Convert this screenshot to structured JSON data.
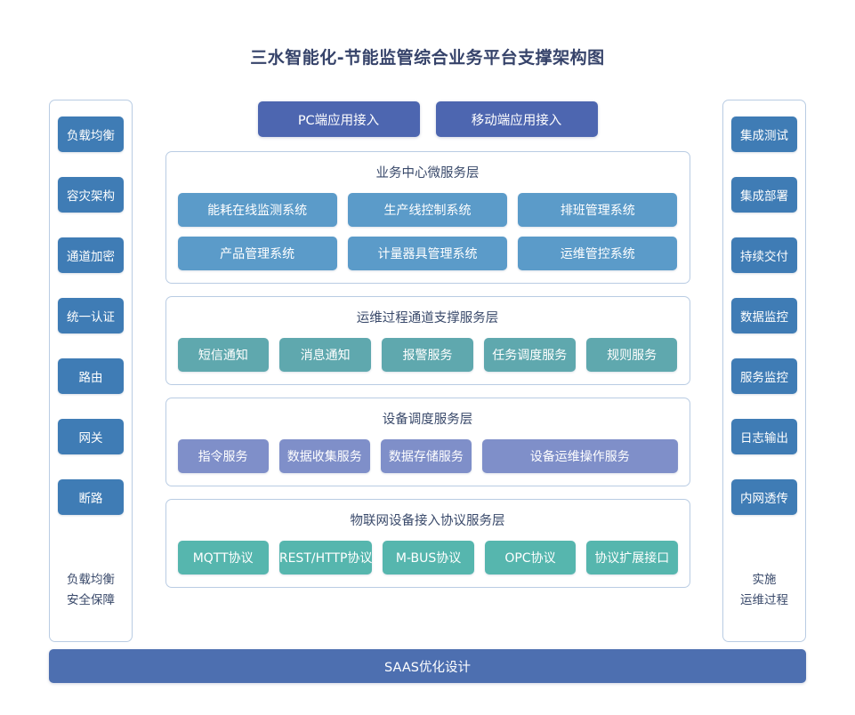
{
  "title": "三水智能化-节能监管综合业务平台支撑架构图",
  "left_sidebar": {
    "items": [
      {
        "label": "负载均衡"
      },
      {
        "label": "容灾架构"
      },
      {
        "label": "通道加密"
      },
      {
        "label": "统一认证"
      },
      {
        "label": "路由"
      },
      {
        "label": "网关"
      },
      {
        "label": "断路"
      }
    ],
    "note_line1": "负载均衡",
    "note_line2": "安全保障"
  },
  "right_sidebar": {
    "items": [
      {
        "label": "集成测试"
      },
      {
        "label": "集成部署"
      },
      {
        "label": "持续交付"
      },
      {
        "label": "数据监控"
      },
      {
        "label": "服务监控"
      },
      {
        "label": "日志输出"
      },
      {
        "label": "内网透传"
      }
    ],
    "note_line1": "实施",
    "note_line2": "运维过程"
  },
  "access": {
    "pc": "PC端应用接入",
    "mobile": "移动端应用接入"
  },
  "layers": [
    {
      "title": "业务中心微服务层",
      "rows": [
        [
          "能耗在线监测系统",
          "生产线控制系统",
          "排班管理系统"
        ],
        [
          "产品管理系统",
          "计量器具管理系统",
          "运维管控系统"
        ]
      ]
    },
    {
      "title": "运维过程通道支撑服务层",
      "rows": [
        [
          "短信通知",
          "消息通知",
          "报警服务",
          "任务调度服务",
          "规则服务"
        ]
      ]
    },
    {
      "title": "设备调度服务层",
      "rows": [
        [
          "指令服务",
          "数据收集服务",
          "数据存储服务",
          "设备运维操作服务"
        ]
      ]
    },
    {
      "title": "物联网设备接入协议服务层",
      "rows": [
        [
          "MQTT协议",
          "REST/HTTP协议",
          "M-BUS协议",
          "OPC协议",
          "协议扩展接口"
        ]
      ]
    }
  ],
  "footer": {
    "saas": "SAAS优化设计"
  },
  "colors": {
    "title_text": "#36436a",
    "sidebar_button": "#3f7cb5",
    "access_button": "#4d66b0",
    "business_chip": "#5b9bc9",
    "ops_chip": "#5fa8ae",
    "device_chip": "#7f8fc9",
    "iot_chip": "#56b6ae",
    "saas_bar": "#4d6fb0",
    "panel_border": "#b9cce3"
  }
}
